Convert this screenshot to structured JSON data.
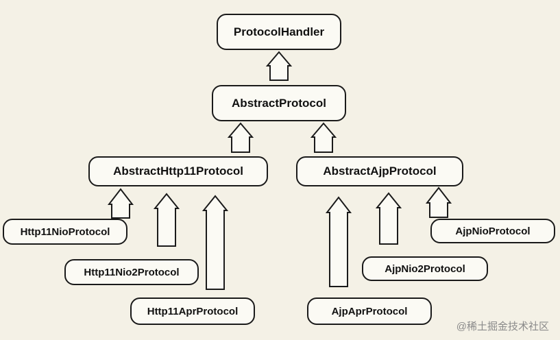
{
  "nodes": {
    "protocol_handler": "ProtocolHandler",
    "abstract_protocol": "AbstractProtocol",
    "abstract_http11": "AbstractHttp11Protocol",
    "abstract_ajp": "AbstractAjpProtocol",
    "http11_nio": "Http11NioProtocol",
    "http11_nio2": "Http11Nio2Protocol",
    "http11_apr": "Http11AprProtocol",
    "ajp_nio": "AjpNioProtocol",
    "ajp_nio2": "AjpNio2Protocol",
    "ajp_apr": "AjpAprProtocol"
  },
  "relations": [
    {
      "child": "abstract_protocol",
      "parent": "protocol_handler"
    },
    {
      "child": "abstract_http11",
      "parent": "abstract_protocol"
    },
    {
      "child": "abstract_ajp",
      "parent": "abstract_protocol"
    },
    {
      "child": "http11_nio",
      "parent": "abstract_http11"
    },
    {
      "child": "http11_nio2",
      "parent": "abstract_http11"
    },
    {
      "child": "http11_apr",
      "parent": "abstract_http11"
    },
    {
      "child": "ajp_nio",
      "parent": "abstract_ajp"
    },
    {
      "child": "ajp_nio2",
      "parent": "abstract_ajp"
    },
    {
      "child": "ajp_apr",
      "parent": "abstract_ajp"
    }
  ],
  "watermark": "@稀土掘金技术社区",
  "colors": {
    "background": "#f4f1e6",
    "stroke": "#1a1a1a",
    "box_fill": "#fbfaf4"
  }
}
